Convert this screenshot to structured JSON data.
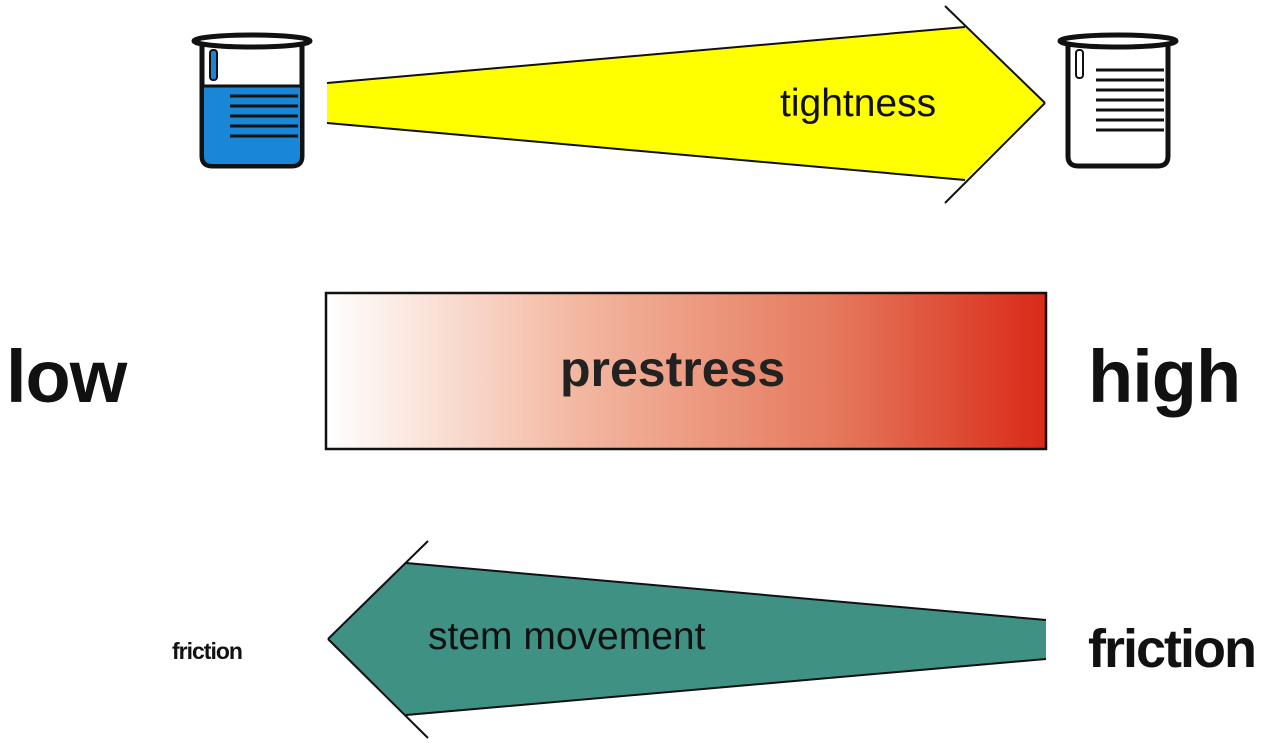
{
  "labels": {
    "low": "low",
    "high": "high",
    "tightness": "tightness",
    "prestress": "prestress",
    "stem_movement": "stem movement",
    "friction_low": "friction",
    "friction_high": "friction"
  },
  "colors": {
    "tightness_arrow": "#ffff00",
    "stem_arrow": "#3f9183",
    "prestress_gradient_start": "#ffffff",
    "prestress_gradient_end": "#d92a18",
    "beaker_liquid": "#1a86d6",
    "outline": "#111111"
  },
  "icons": {
    "left_beaker": "beaker-full-icon",
    "right_beaker": "beaker-empty-icon"
  }
}
